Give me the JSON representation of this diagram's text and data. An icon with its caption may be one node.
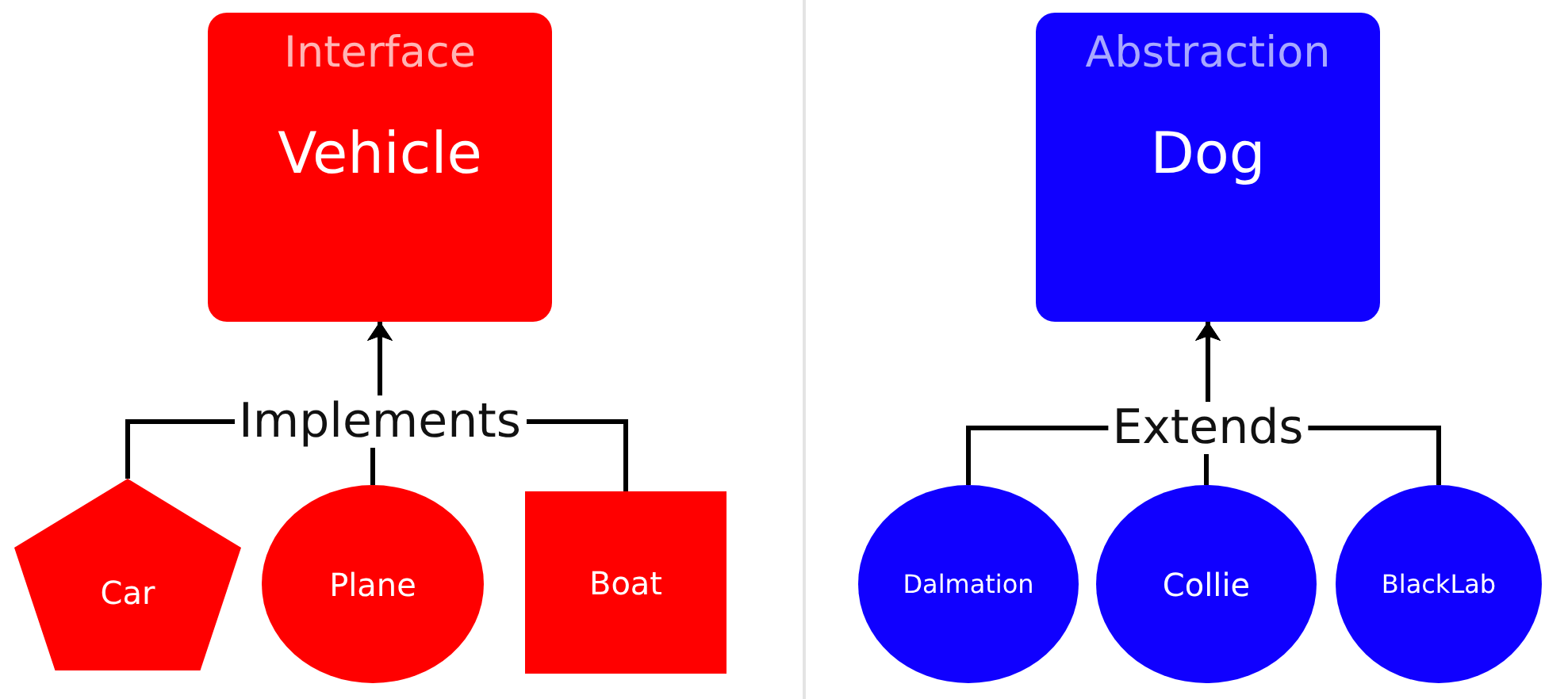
{
  "diagram": {
    "nodes": [
      {
        "text": [
          "Interface",
          "Vehicle"
        ]
      },
      {
        "text": [
          "Car"
        ]
      },
      {
        "text": [
          "Plane"
        ]
      },
      {
        "text": [
          "Boat"
        ]
      },
      {
        "text": [
          "Abstraction",
          "Dog"
        ]
      },
      {
        "text": [
          "Dalmation"
        ]
      },
      {
        "text": [
          "Collie"
        ]
      },
      {
        "text": [
          "BlackLab"
        ]
      }
    ],
    "edges": [
      {
        "from": 1,
        "to": 0,
        "arrow": "to"
      },
      {
        "from": 2,
        "to": 0,
        "arrow": "to",
        "label": "Implements"
      },
      {
        "from": 3,
        "to": 0,
        "arrow": "to"
      },
      {
        "from": 5,
        "to": 4,
        "arrow": "to"
      },
      {
        "from": 6,
        "to": 4,
        "arrow": "to",
        "label": "Extends"
      },
      {
        "from": 7,
        "to": 4,
        "arrow": "to"
      }
    ]
  }
}
